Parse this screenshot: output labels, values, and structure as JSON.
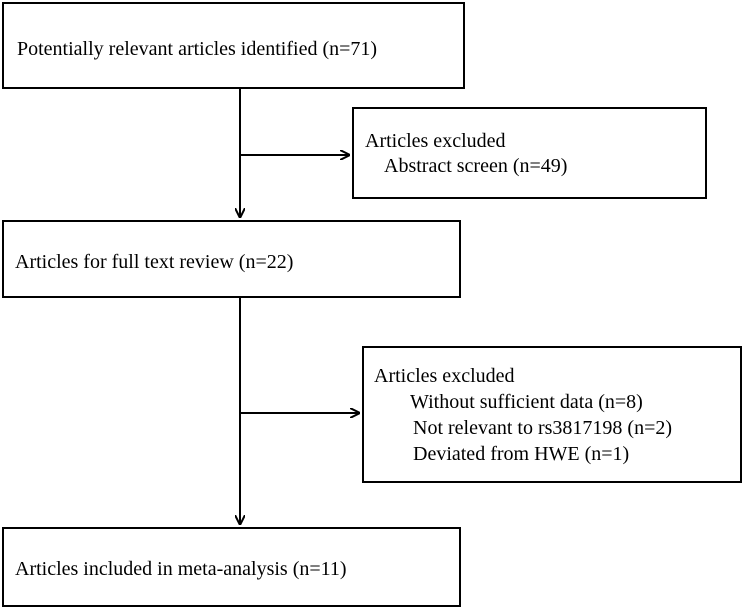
{
  "flowchart": {
    "identified": {
      "label": "Potentially relevant articles identified (n=71)"
    },
    "excluded_abstract": {
      "heading": "Articles excluded",
      "reasons": [
        "Abstract screen (n=49)"
      ]
    },
    "full_text_review": {
      "label": "Articles for full text review (n=22)"
    },
    "excluded_full_text": {
      "heading": "Articles excluded",
      "reasons": [
        "Without sufficient data (n=8)",
        "Not relevant to rs3817198 (n=2)",
        "Deviated from HWE (n=1)"
      ]
    },
    "included": {
      "label": "Articles included in meta-analysis (n=11)"
    }
  }
}
